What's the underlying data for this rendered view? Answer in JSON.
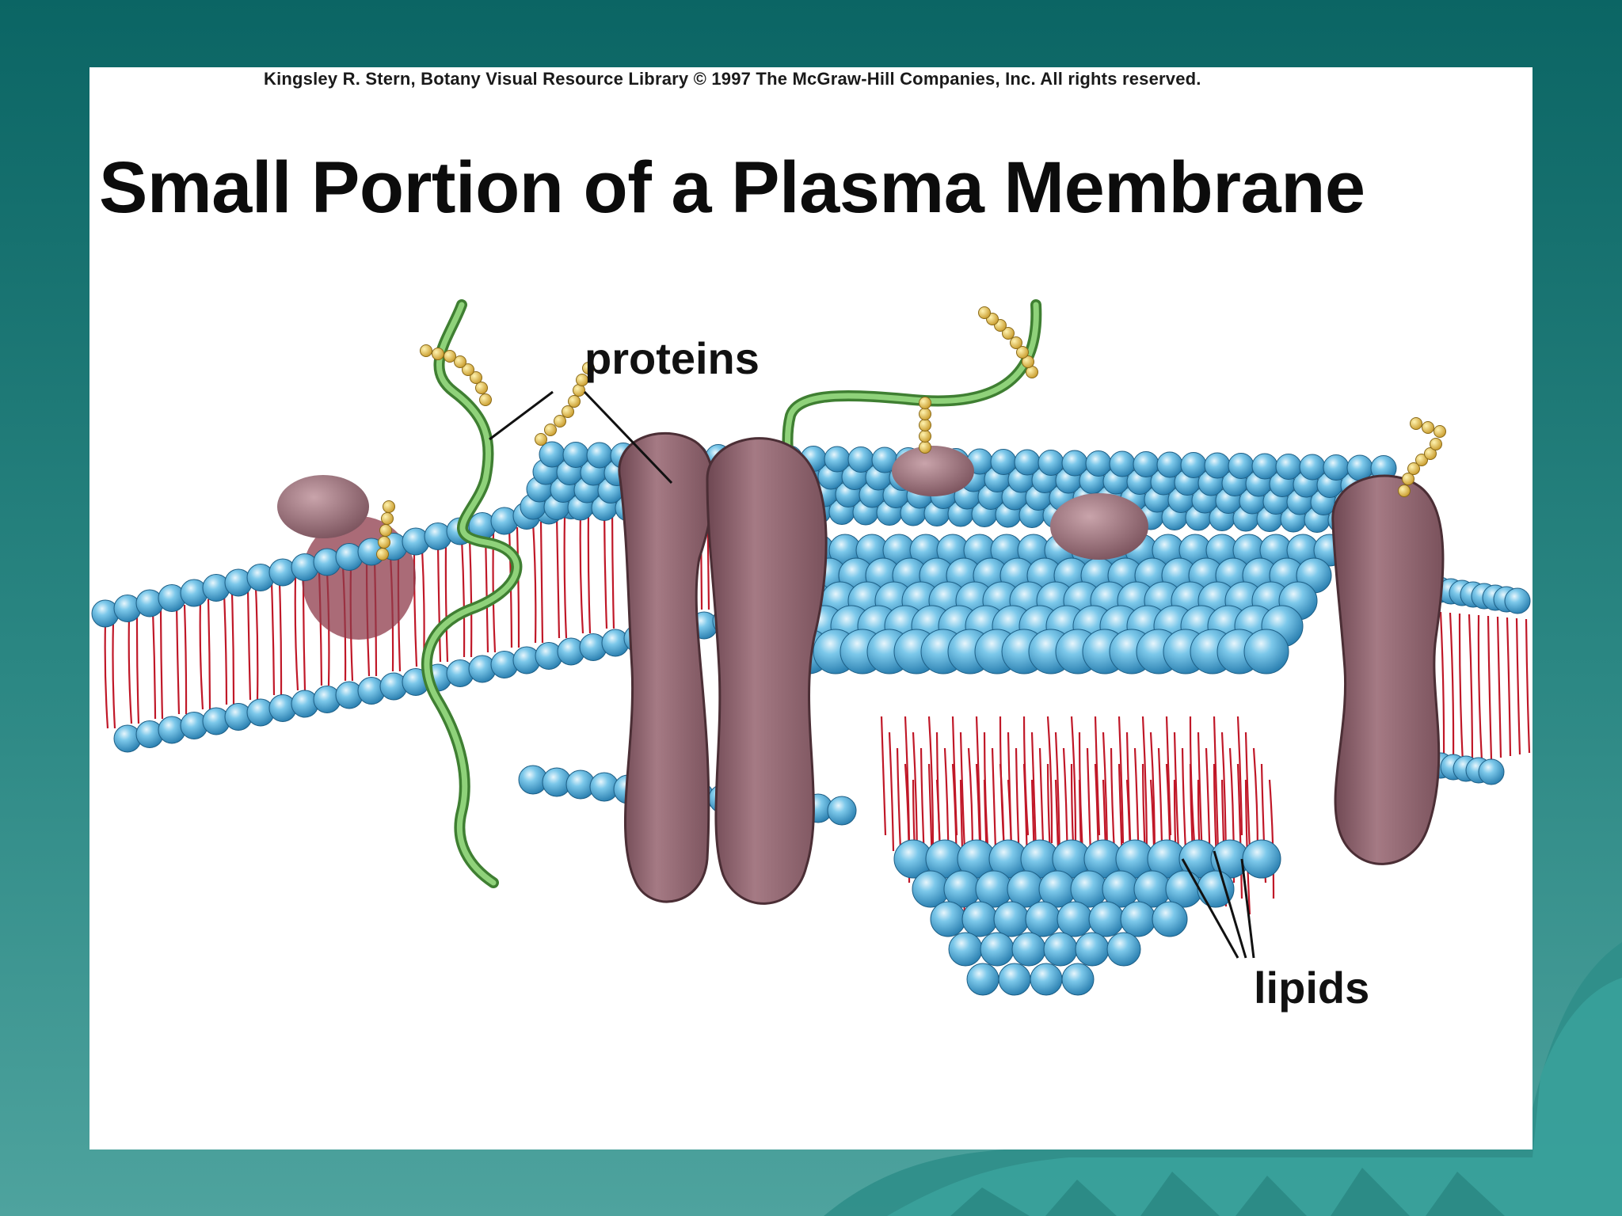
{
  "credit": "Kingsley R. Stern, Botany Visual Resource Library © 1997 The McGraw-Hill Companies, Inc. All rights reserved.",
  "title": "Small Portion of a Plasma Membrane",
  "labels": {
    "proteins": "proteins",
    "lipids": "lipids"
  },
  "colors": {
    "slide_bg_top": "#0f6b6a",
    "slide_bg_bottom": "#3c9a96",
    "lipid_head": "#5ab4dc",
    "lipid_tail": "#c21a2a",
    "protein": "#9a6b76",
    "glycoprotein_chain": "#6fb05a",
    "carbohydrate": "#d8b84a"
  }
}
